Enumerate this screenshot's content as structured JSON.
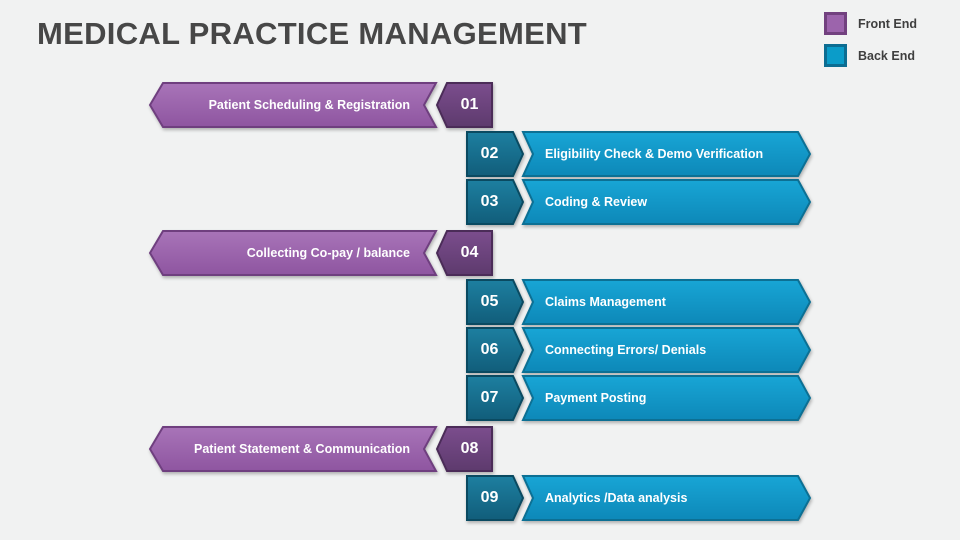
{
  "title": "MEDICAL PRACTICE MANAGEMENT",
  "legend": {
    "front_end": {
      "label": "Front End",
      "color": "#9c64ac",
      "border": "#72417f"
    },
    "back_end": {
      "label": "Back End",
      "color": "#0b9cc9",
      "border": "#0c6d92"
    }
  },
  "palette": {
    "background": "#f1f2f2",
    "title_text": "#474747",
    "front_end_band": "#9c64ac",
    "front_end_number_box": "#6b4179",
    "back_end_band": "#129aca",
    "back_end_number_box": "#176f8e",
    "step_text": "#ffffff"
  },
  "rows": [
    {
      "number": "01",
      "label": "Patient Scheduling & Registration",
      "category": "Front End"
    },
    {
      "number": "02",
      "label": "Eligibility Check & Demo Verification",
      "category": "Back End"
    },
    {
      "number": "03",
      "label": "Coding & Review",
      "category": "Back End"
    },
    {
      "number": "04",
      "label": "Collecting Co-pay / balance",
      "category": "Front End"
    },
    {
      "number": "05",
      "label": "Claims Management",
      "category": "Back End"
    },
    {
      "number": "06",
      "label": "Connecting Errors/ Denials",
      "category": "Back End"
    },
    {
      "number": "07",
      "label": "Payment Posting",
      "category": "Back End"
    },
    {
      "number": "08",
      "label": "Patient Statement & Communication",
      "category": "Front End"
    },
    {
      "number": "09",
      "label": "Analytics /Data analysis",
      "category": "Back End"
    }
  ]
}
